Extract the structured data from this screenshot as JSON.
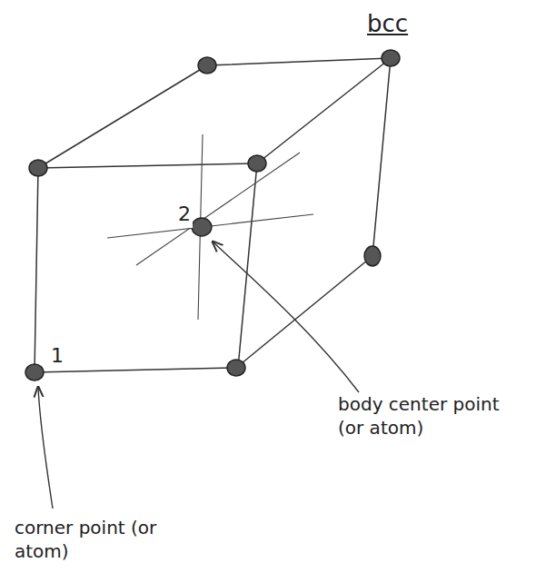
{
  "diagram": {
    "title": "bcc",
    "labels": [
      "2",
      "1",
      "body center point (or atom)",
      "corner point (or atom)"
    ]
  }
}
